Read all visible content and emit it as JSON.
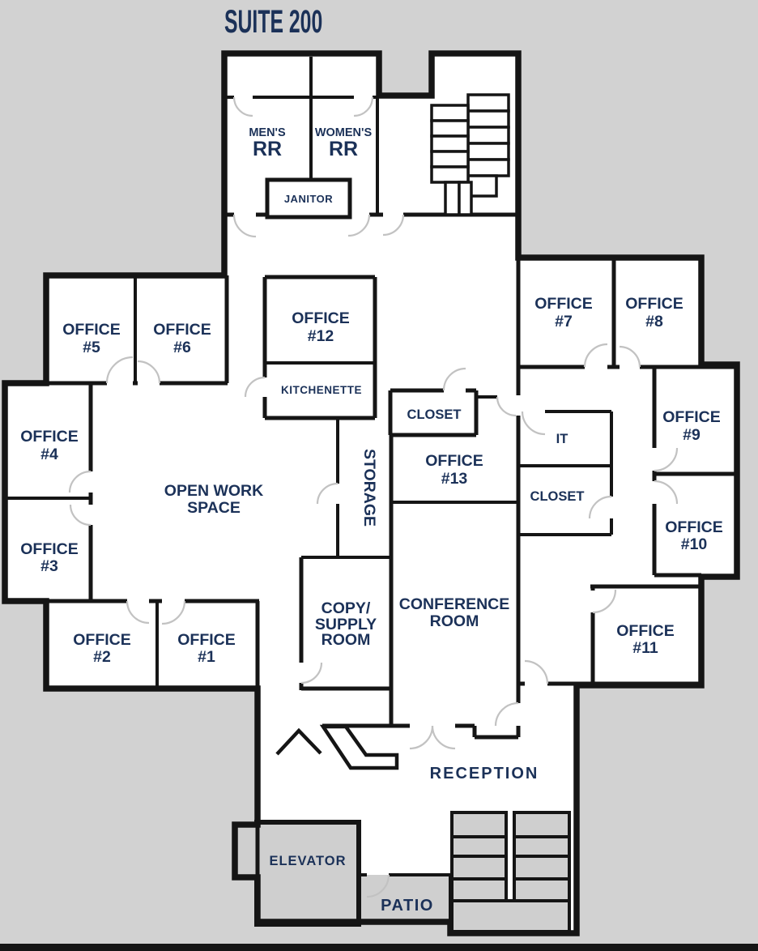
{
  "title": "SUITE 200",
  "colors": {
    "background": "#d2d2d2",
    "floor": "#ffffff",
    "wall": "#151515",
    "label": "#1b3158",
    "door_arc": "#c2c2c2",
    "shaded_area": "#cfcfcf"
  },
  "labels": {
    "mens_rr": {
      "l1": "MEN'S",
      "l2": "RR"
    },
    "womens_rr": {
      "l1": "WOMEN'S",
      "l2": "RR"
    },
    "janitor": {
      "l1": "JANITOR"
    },
    "office5": {
      "l1": "OFFICE",
      "l2": "#5"
    },
    "office6": {
      "l1": "OFFICE",
      "l2": "#6"
    },
    "office12": {
      "l1": "OFFICE",
      "l2": "#12"
    },
    "kitchenette": {
      "l1": "KITCHENETTE"
    },
    "office7": {
      "l1": "OFFICE",
      "l2": "#7"
    },
    "office8": {
      "l1": "OFFICE",
      "l2": "#8"
    },
    "office4": {
      "l1": "OFFICE",
      "l2": "#4"
    },
    "office3": {
      "l1": "OFFICE",
      "l2": "#3"
    },
    "open_work": {
      "l1": "OPEN WORK",
      "l2": "SPACE"
    },
    "storage": {
      "l1": "STORAGE"
    },
    "closet_center": {
      "l1": "CLOSET"
    },
    "office13": {
      "l1": "OFFICE",
      "l2": "#13"
    },
    "it": {
      "l1": "IT"
    },
    "closet_right": {
      "l1": "CLOSET"
    },
    "office9": {
      "l1": "OFFICE",
      "l2": "#9"
    },
    "office10": {
      "l1": "OFFICE",
      "l2": "#10"
    },
    "office2": {
      "l1": "OFFICE",
      "l2": "#2"
    },
    "office1": {
      "l1": "OFFICE",
      "l2": "#1"
    },
    "copy_supply": {
      "l1": "COPY/",
      "l2": "SUPPLY",
      "l3": "ROOM"
    },
    "conference": {
      "l1": "CONFERENCE",
      "l2": "ROOM"
    },
    "office11": {
      "l1": "OFFICE",
      "l2": "#11"
    },
    "reception": {
      "l1": "RECEPTION"
    },
    "elevator": {
      "l1": "ELEVATOR"
    },
    "patio": {
      "l1": "PATIO"
    }
  }
}
